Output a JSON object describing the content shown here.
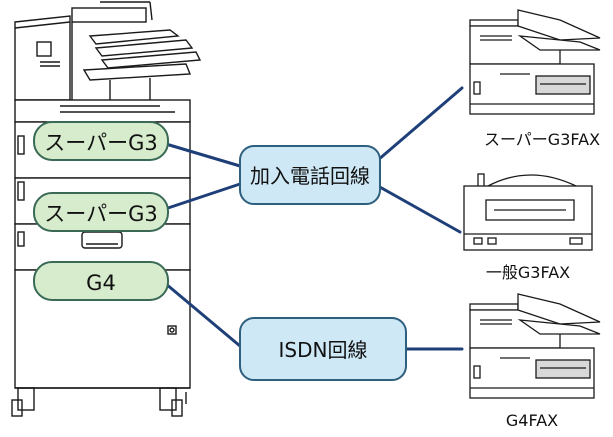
{
  "machine_ports": {
    "port1": "スーパーG3",
    "port2": "スーパーG3",
    "port3": "G4"
  },
  "networks": {
    "pstn": "加入電話回線",
    "isdn": "ISDN回線"
  },
  "devices": {
    "super_g3_fax": "スーパーG3FAX",
    "general_g3_fax": "一般G3FAX",
    "g4_fax": "G4FAX"
  },
  "colors": {
    "port_fill": "#d6eccd",
    "port_stroke": "#3a6a56",
    "network_fill": "#cfe8f6",
    "network_stroke": "#2e5f7e",
    "link_line": "#1e3f78",
    "device_line": "#1a1a1a"
  }
}
